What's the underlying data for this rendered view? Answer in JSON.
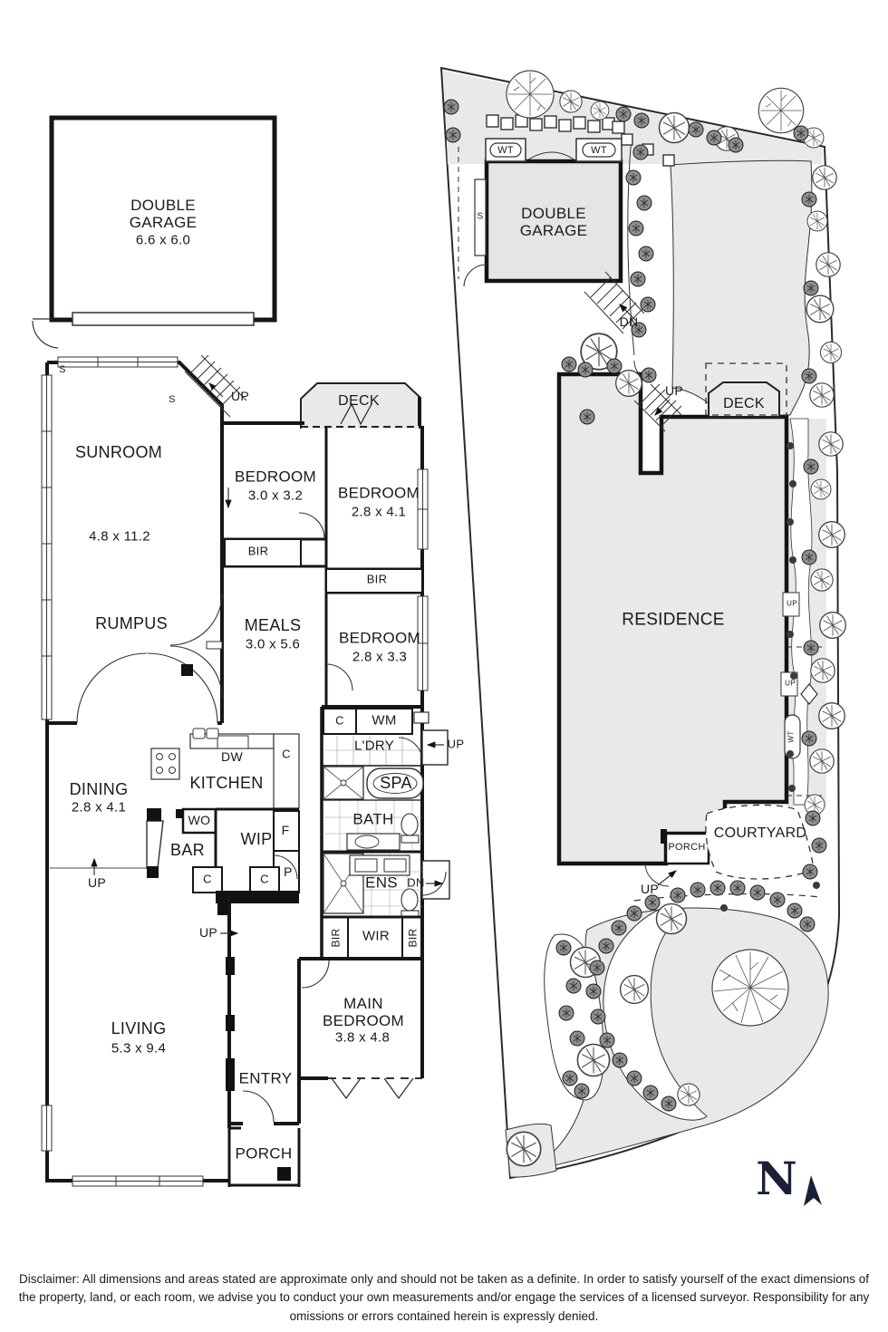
{
  "floor_plan": {
    "garage": {
      "name": "DOUBLE GARAGE",
      "dims": "6.6 x 6.0"
    },
    "sunroom": {
      "name": "SUNROOM",
      "dims": "4.8 x 11.2"
    },
    "rumpus": {
      "name": "RUMPUS"
    },
    "meals": {
      "name": "MEALS",
      "dims": "3.0 x 5.6"
    },
    "bedroom_top": {
      "name": "BEDROOM",
      "dims": "3.0 x 3.2"
    },
    "bedroom_right": {
      "name": "BEDROOM",
      "dims": "2.8 x 4.1"
    },
    "bedroom_mid": {
      "name": "BEDROOM",
      "dims": "2.8 x 3.3"
    },
    "deck": {
      "name": "DECK"
    },
    "kitchen": {
      "name": "KITCHEN"
    },
    "dining": {
      "name": "DINING",
      "dims": "2.8 x 4.1"
    },
    "living": {
      "name": "LIVING",
      "dims": "5.3 x 9.4"
    },
    "main_bedroom": {
      "name": "MAIN BEDROOM",
      "dims": "3.8 x 4.8"
    },
    "entry": {
      "name": "ENTRY"
    },
    "porch": {
      "name": "PORCH"
    },
    "bath": {
      "name": "BATH"
    },
    "ens": {
      "name": "ENS"
    },
    "spa": {
      "name": "SPA"
    },
    "laundry": {
      "name": "L'DRY"
    },
    "wir": {
      "name": "WIR"
    },
    "bar": {
      "name": "BAR"
    },
    "wip": {
      "name": "WIP"
    },
    "abbr": {
      "bir": "BIR",
      "wm": "WM",
      "dw": "DW",
      "wo": "WO",
      "c": "C",
      "f": "F",
      "p": "P",
      "s": "S",
      "up": "UP",
      "dn": "DN"
    }
  },
  "site_plan": {
    "garage": {
      "name": "DOUBLE GARAGE"
    },
    "residence": {
      "name": "RESIDENCE"
    },
    "deck": {
      "name": "DECK"
    },
    "courtyard": {
      "name": "COURTYARD"
    },
    "porch": {
      "name": "PORCH"
    },
    "wt": "WT",
    "s": "S",
    "up": "UP",
    "dn": "DN",
    "north": "N"
  },
  "colors": {
    "wall": "#161616",
    "light_fill": "#e9e9e9",
    "north": "#1a2038"
  },
  "disclaimer": "Disclaimer: All dimensions and areas stated are approximate only and should not be taken as a definite. In order to satisfy yourself of the exact dimensions of the property, land, or each room, we advise you to conduct your own measurements and/or engage the services of a licensed surveyor. Responsibility for any omissions or errors contained herein is expressly denied."
}
